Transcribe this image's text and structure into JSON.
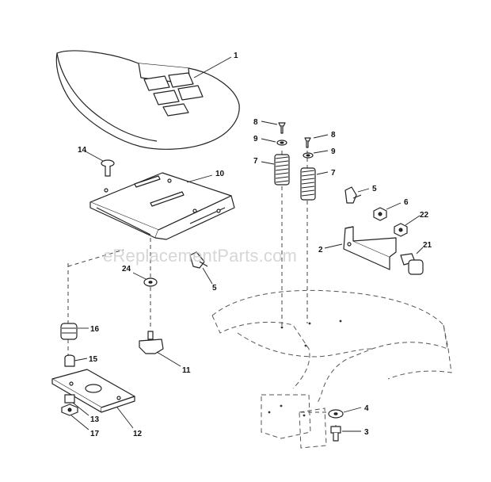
{
  "watermark": "eReplacementParts.com",
  "callouts": {
    "seat": "1",
    "bracket": "2",
    "screw": "3",
    "washer_bottom": "4",
    "knob_right": "5",
    "knob_left": "5",
    "nut_right": "6",
    "spring_left": "7",
    "spring_right": "7",
    "bolt_left": "8",
    "bolt_right": "8",
    "washer_left": "9",
    "washer_right": "9",
    "seat_pan": "10",
    "wing_knob": "11",
    "mount_plate": "12",
    "nut_plate": "13",
    "carriage_bolt": "14",
    "bushing": "15",
    "spring_pad": "16",
    "nut_bottom": "17",
    "knob_bracket": "21",
    "nut_bracket": "22",
    "washer_pan": "24"
  },
  "colors": {
    "line": "#222222",
    "watermark": "#c9c9c9"
  }
}
